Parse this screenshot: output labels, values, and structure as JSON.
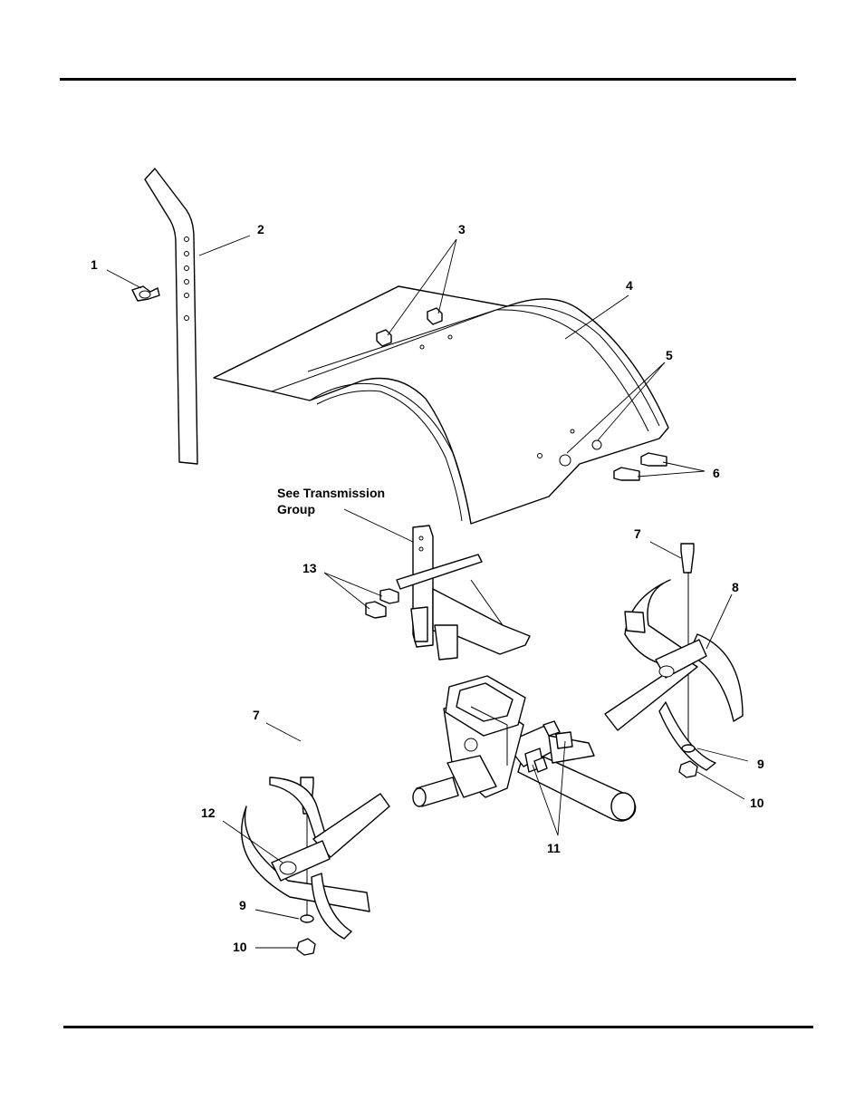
{
  "callouts": {
    "c1": "1",
    "c2": "2",
    "c3": "3",
    "c4": "4",
    "c5": "5",
    "c6": "6",
    "c7a": "7",
    "c7b": "7",
    "c8": "8",
    "c9a": "9",
    "c9b": "9",
    "c10a": "10",
    "c10b": "10",
    "c11": "11",
    "c12": "12",
    "c13": "13"
  },
  "note": {
    "line1": "See Transmission",
    "line2": "Group"
  }
}
